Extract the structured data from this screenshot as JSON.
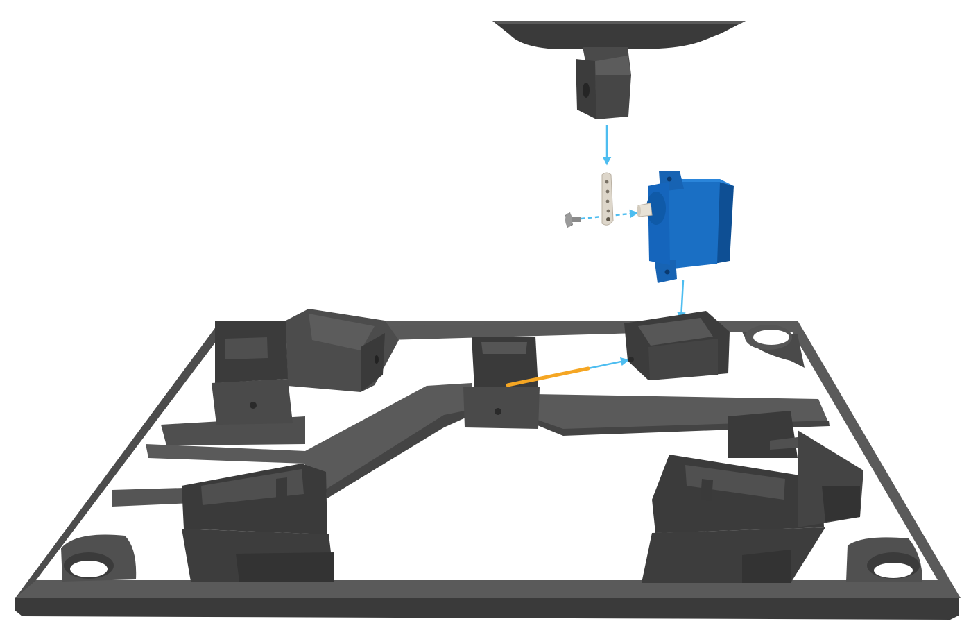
{
  "colors": {
    "background": "#ffffff",
    "frame_top": "#5c5c5c",
    "frame_side": "#3a3a3a",
    "frame_dark": "#2c2c2c",
    "mount_top": "#555555",
    "mount_side": "#3b3b3b",
    "servo_body": "#1a6fc4",
    "servo_dark": "#0e4f94",
    "servo_shaft": "#e8e2d6",
    "horn": "#ddd6ca",
    "screw": "#8a8a8a",
    "arrow": "#4dbdf0",
    "pin": "#f5a623"
  },
  "parts": [
    "foot-pad-part",
    "servo-horn-part",
    "horn-screw-part",
    "micro-servo-part",
    "base-frame-part",
    "hinge-pin-part"
  ],
  "assembly_arrows": [
    "foot-to-horn-arrow",
    "screw-to-servo-arrow",
    "servo-to-mount-arrow",
    "pin-to-hole-arrow"
  ]
}
